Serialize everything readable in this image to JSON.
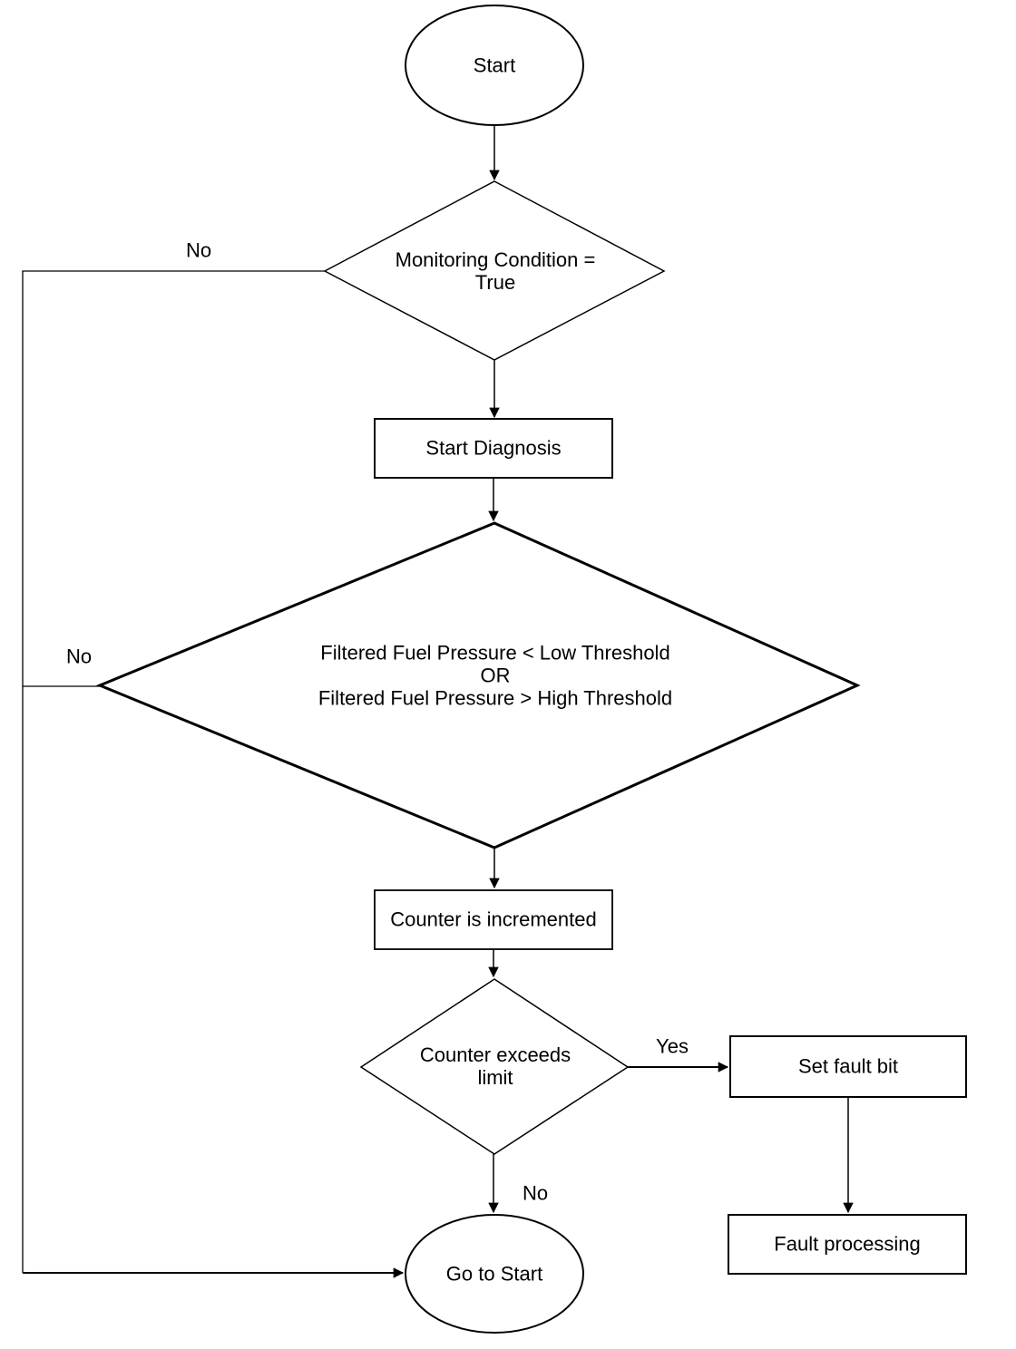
{
  "colors": {
    "line": "#000000",
    "background": "#ffffff",
    "text": "#000000"
  },
  "nodes": {
    "start": {
      "type": "terminator",
      "label": "Start"
    },
    "monitoring": {
      "type": "decision",
      "line1": "Monitoring Condition =",
      "line2": "True"
    },
    "start_diagnosis": {
      "type": "process",
      "label": "Start Diagnosis"
    },
    "pressure_check": {
      "type": "decision",
      "line1": "Filtered Fuel Pressure < Low Threshold",
      "line2": "OR",
      "line3": "Filtered Fuel Pressure > High Threshold"
    },
    "counter_increment": {
      "type": "process",
      "label": "Counter is incremented"
    },
    "counter_limit": {
      "type": "decision",
      "line1": "Counter exceeds",
      "line2": "limit"
    },
    "set_fault": {
      "type": "process",
      "label": "Set fault bit"
    },
    "fault_processing": {
      "type": "process",
      "label": "Fault processing"
    },
    "goto_start": {
      "type": "terminator",
      "label": "Go to Start"
    }
  },
  "edge_labels": {
    "monitoring_no": "No",
    "pressure_no": "No",
    "counter_yes": "Yes",
    "counter_no": "No"
  }
}
